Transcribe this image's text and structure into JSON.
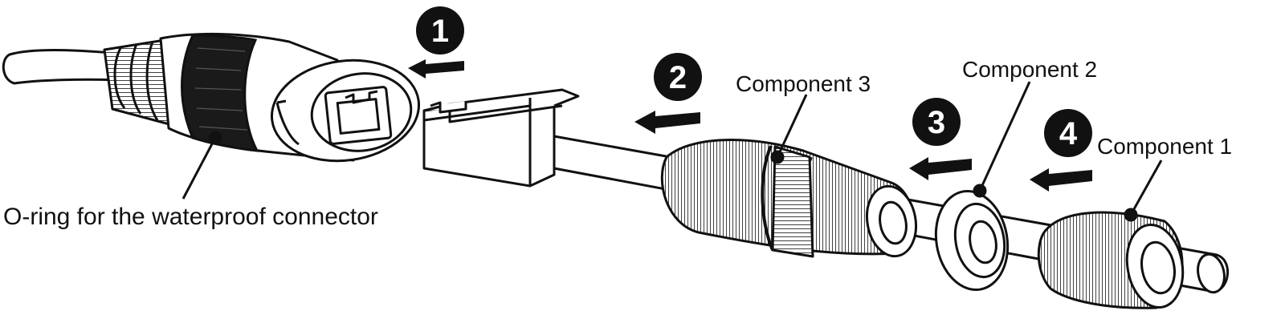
{
  "labels": {
    "oring": "O-ring for the waterproof connector",
    "component1": "Component 1",
    "component2": "Component 2",
    "component3": "Component 3"
  },
  "steps": [
    "1",
    "2",
    "3",
    "4"
  ],
  "colors": {
    "ink": "#111111",
    "paper": "#ffffff",
    "band": "#1a1a1a"
  }
}
